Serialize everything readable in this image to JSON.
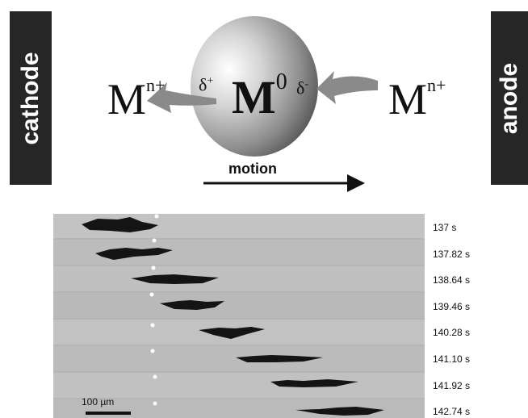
{
  "schematic": {
    "cathode_label": "cathode",
    "anode_label": "anode",
    "ion_left": "M",
    "ion_left_sup": "n+",
    "ion_right": "M",
    "ion_right_sup": "n+",
    "particle": "M",
    "particle_sup": "0",
    "delta_plus": "δ",
    "delta_plus_sup": "+",
    "delta_minus": "δ",
    "delta_minus_sup": "-",
    "motion_label": "motion"
  },
  "micrograph": {
    "time_labels": [
      "137 s",
      "137.82 s",
      "138.64 s",
      "139.46 s",
      "140.28 s",
      "141.10 s",
      "141.92 s",
      "142.74 s"
    ],
    "scale_bar_label": "100 µm"
  }
}
